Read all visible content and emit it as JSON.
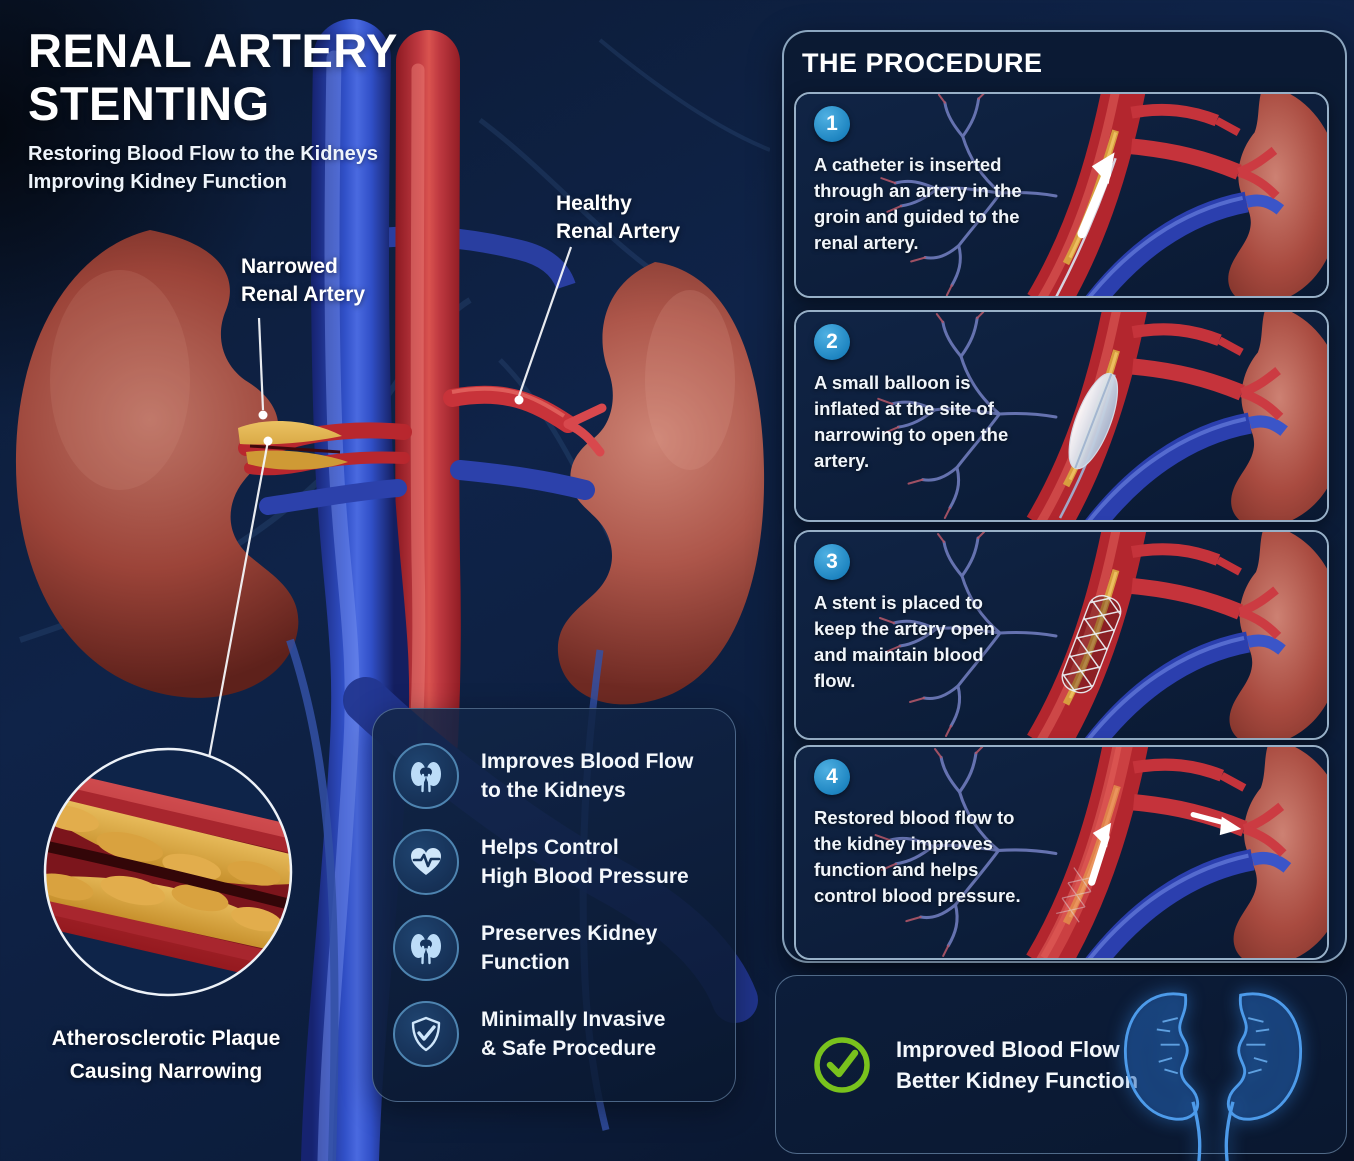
{
  "header": {
    "title_line1": "RENAL ARTERY",
    "title_line2": "STENTING",
    "subtitle_line1": "Restoring Blood Flow to the Kidneys",
    "subtitle_line2": "Improving Kidney Function"
  },
  "anatomy_labels": {
    "narrowed_line1": "Narrowed",
    "narrowed_line2": "Renal Artery",
    "healthy_line1": "Healthy",
    "healthy_line2": "Renal Artery",
    "inset_caption_line1": "Atherosclerotic Plaque",
    "inset_caption_line2": "Causing Narrowing"
  },
  "benefits": {
    "items": [
      {
        "icon": "kidneys-icon",
        "line1": "Improves Blood Flow",
        "line2": "to the Kidneys"
      },
      {
        "icon": "heart-pulse-icon",
        "line1": "Helps Control",
        "line2": "High Blood Pressure"
      },
      {
        "icon": "kidneys-icon",
        "line1": "Preserves Kidney",
        "line2": "Function"
      },
      {
        "icon": "shield-check-icon",
        "line1": "Minimally Invasive",
        "line2": "& Safe Procedure"
      }
    ]
  },
  "procedure": {
    "heading": "THE PROCEDURE",
    "steps": [
      {
        "number": "1",
        "text": "A catheter is inserted through an artery in the groin and guided to the renal artery."
      },
      {
        "number": "2",
        "text": "A small balloon is inflated at the site of narrowing to open the artery."
      },
      {
        "number": "3",
        "text": "A stent is placed to keep the artery open and maintain blood flow."
      },
      {
        "number": "4",
        "text": "Restored blood flow to the kidney improves function and helps control blood pressure."
      }
    ]
  },
  "summary": {
    "icon": "check-circle-icon",
    "line1": "Improved Blood Flow",
    "line2": "Better Kidney Function"
  },
  "colors": {
    "background_navy": "#0d1c38",
    "step_badge_blue": "#2e96d3",
    "panel_border_blue": "#9fc0d8",
    "check_green": "#79c21d",
    "artery_red": "#c42b33",
    "vein_blue": "#2b49c0",
    "plaque_yellow": "#dda647",
    "kidney_red": "#a34c42",
    "glow_kidney_blue": "#3e8fe0"
  }
}
